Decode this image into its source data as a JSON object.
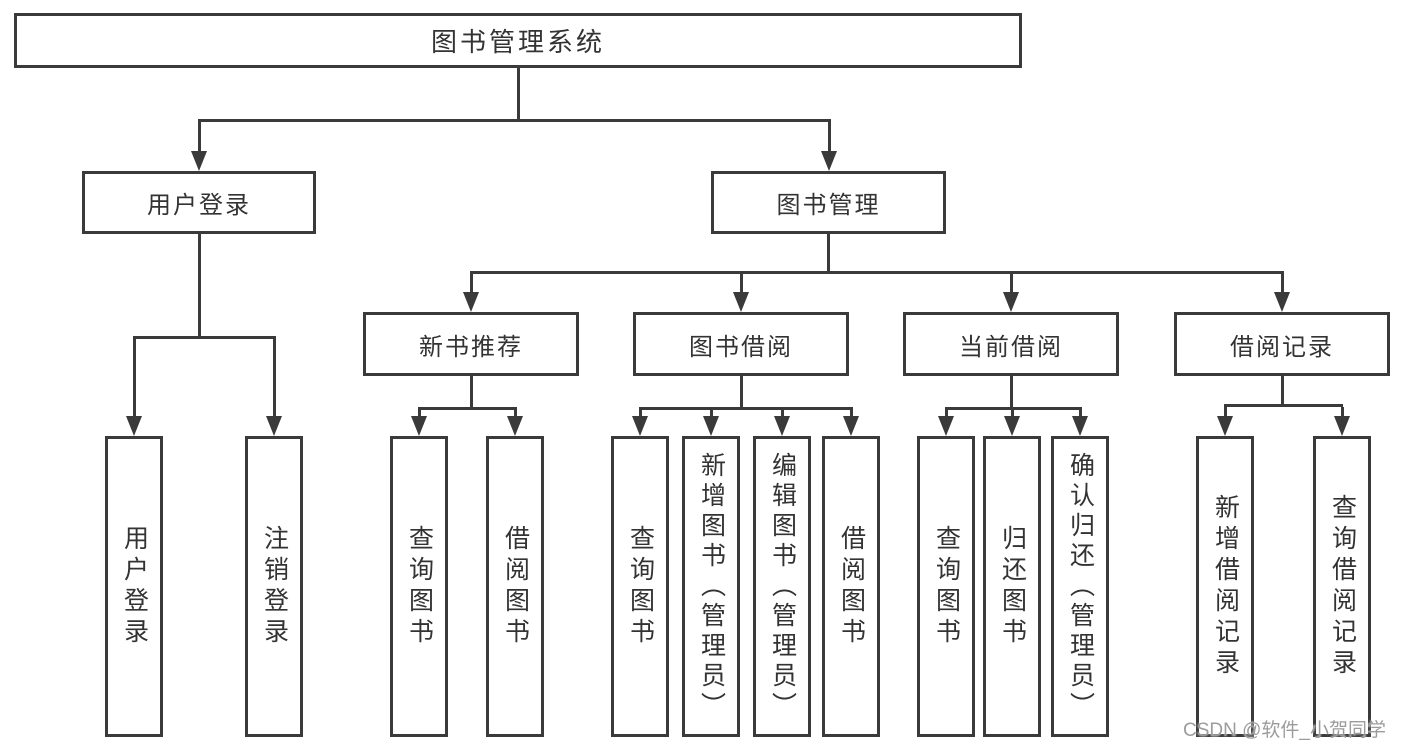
{
  "diagram": {
    "root": "图书管理系统",
    "level2": {
      "user_login": "用户登录",
      "book_mgmt": "图书管理"
    },
    "level3": {
      "new_book_rec": "新书推荐",
      "book_borrow": "图书借阅",
      "current_borrow": "当前借阅",
      "borrow_records": "借阅记录"
    },
    "leaves": {
      "user_login": [
        "用户登录",
        "注销登录"
      ],
      "new_book_rec": [
        "查询图书",
        "借阅图书"
      ],
      "book_borrow": [
        "查询图书",
        "新增图书（管理员）",
        "编辑图书（管理员）",
        "借阅图书"
      ],
      "current_borrow": [
        "查询图书",
        "归还图书",
        "确认归还（管理员）"
      ],
      "borrow_records": [
        "新增借阅记录",
        "查询借阅记录"
      ]
    }
  },
  "watermark": "CSDN @软件_小贺同学",
  "colors": {
    "line": "#3a3a3a",
    "text": "#333333",
    "watermark": "#9c9c9c",
    "background": "#ffffff"
  }
}
